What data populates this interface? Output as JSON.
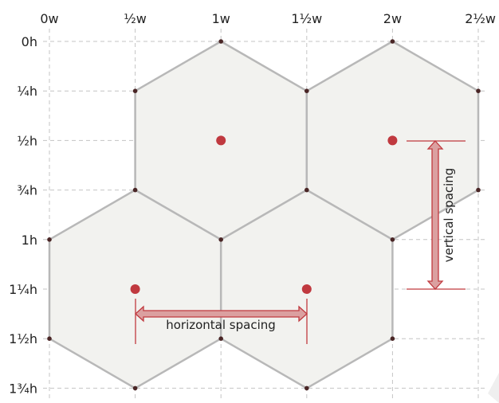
{
  "diagram": {
    "x_labels": [
      "0w",
      "½w",
      "1w",
      "1½w",
      "2w",
      "2½w"
    ],
    "y_labels": [
      "0h",
      "¼h",
      "½h",
      "¾h",
      "1h",
      "1¼h",
      "1½h",
      "1¾h"
    ],
    "hex_centers": [
      {
        "col": 2,
        "row": 2
      },
      {
        "col": 4,
        "row": 2
      },
      {
        "col": 1,
        "row": 5
      },
      {
        "col": 3,
        "row": 5
      }
    ],
    "annotations": {
      "horizontal": "horizontal spacing",
      "vertical": "vertical spacing"
    },
    "colors": {
      "hex_fill": "#f2f2ef",
      "hex_stroke": "#b8b8b8",
      "center_dot": "#c0393f",
      "vertex_dot": "#4a2626",
      "arrow_fill": "#dba0a0"
    }
  }
}
